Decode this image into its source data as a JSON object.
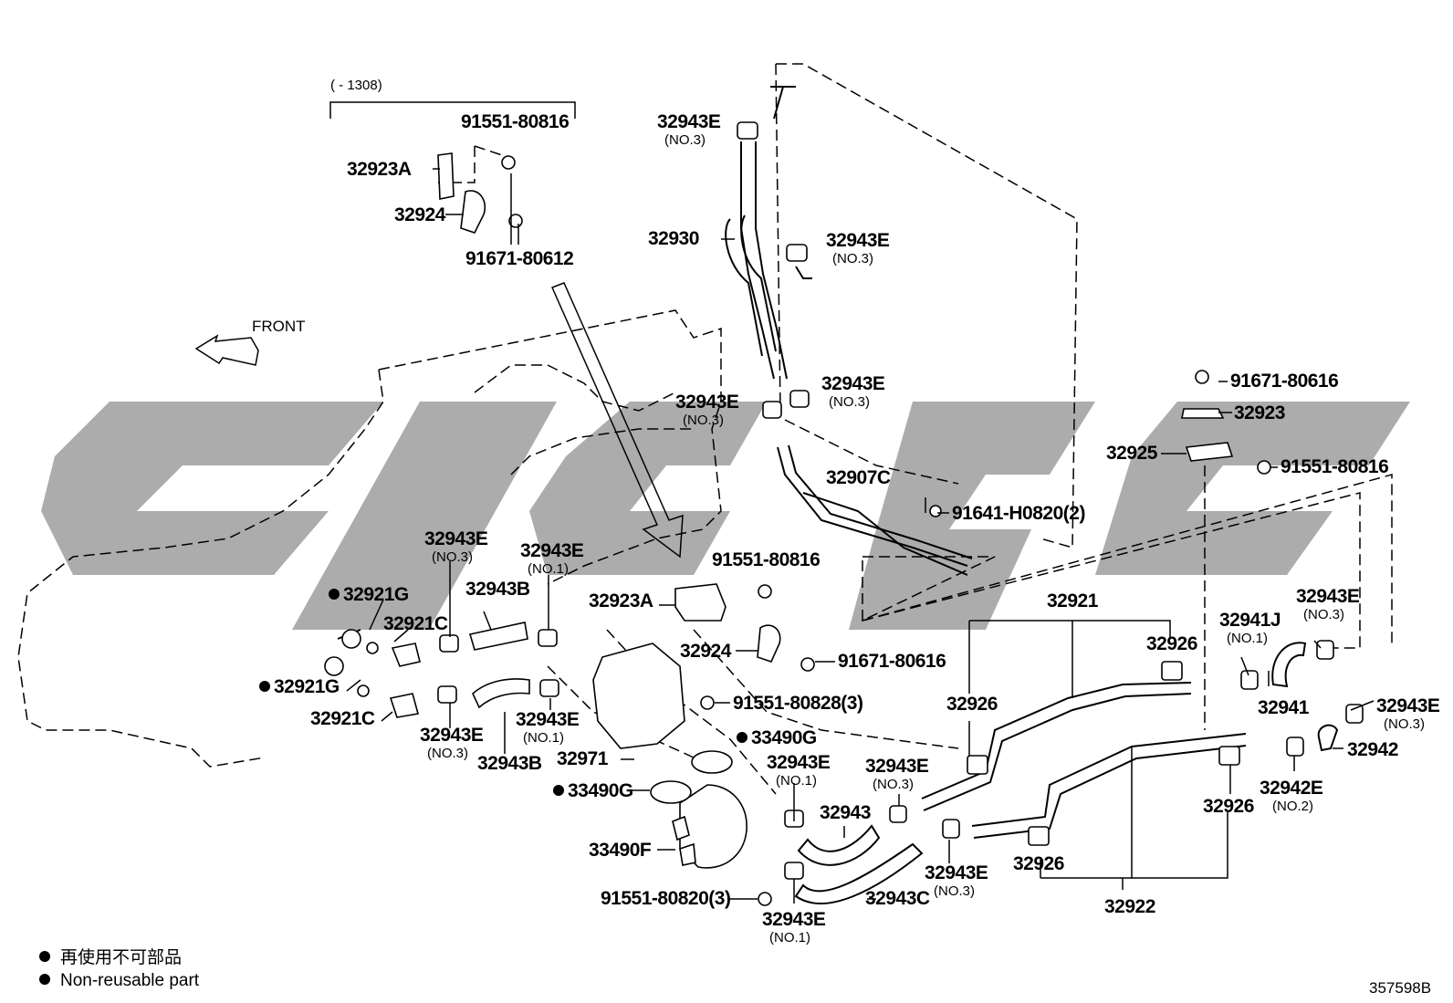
{
  "diagram": {
    "bracket_note": "(      - 1308)",
    "front_label": "FRONT",
    "drawing_number": "357598B",
    "legend": [
      {
        "text": "再使用不可部品"
      },
      {
        "text": "Non-reusable part"
      }
    ],
    "labels": {
      "p1": "91551-80816",
      "p2": "32923A",
      "p3": "32924",
      "p4": "91671-80612",
      "p5": "32943E",
      "p5s": "(NO.3)",
      "p6": "32930",
      "p7": "32943E",
      "p7s": "(NO.3)",
      "p8": "32943E",
      "p8s": "(NO.3)",
      "p9": "32943E",
      "p9s": "(NO.3)",
      "p10": "32907C",
      "p11": "91641-H0820(2)",
      "p12": "91671-80616",
      "p13": "32923",
      "p14": "32925",
      "p15": "91551-80816",
      "p16": "32943E",
      "p16s": "(NO.3)",
      "p17": "32943E",
      "p17s": "(NO.1)",
      "p18": "91551-80816",
      "p19": "32921G",
      "p20": "32943B",
      "p21": "32921C",
      "p22": "32923A",
      "p23": "32924",
      "p24": "91671-80616",
      "p25": "32921",
      "p26": "32926",
      "p27": "32941J",
      "p27s": "(NO.1)",
      "p28": "32943E",
      "p28s": "(NO.3)",
      "p29": "32921G",
      "p30": "32921C",
      "p31": "32943E",
      "p31s": "(NO.3)",
      "p32": "32943B",
      "p33": "32943E",
      "p33s": "(NO.1)",
      "p34": "91551-80828(3)",
      "p35": "32971",
      "p36": "33490G",
      "p37": "32943E",
      "p37s": "(NO.1)",
      "p38": "32943E",
      "p38s": "(NO.3)",
      "p39": "32926",
      "p40": "32941",
      "p41": "32943E",
      "p41s": "(NO.3)",
      "p42": "32942",
      "p43": "33490G",
      "p44": "32943",
      "p45": "32942E",
      "p45s": "(NO.2)",
      "p46": "32926",
      "p47": "33490F",
      "p48": "32943E",
      "p48s": "(NO.3)",
      "p49": "32926",
      "p50": "91551-80820(3)",
      "p51": "32943C",
      "p52": "32943E",
      "p52s": "(NO.1)",
      "p53": "32922"
    }
  }
}
